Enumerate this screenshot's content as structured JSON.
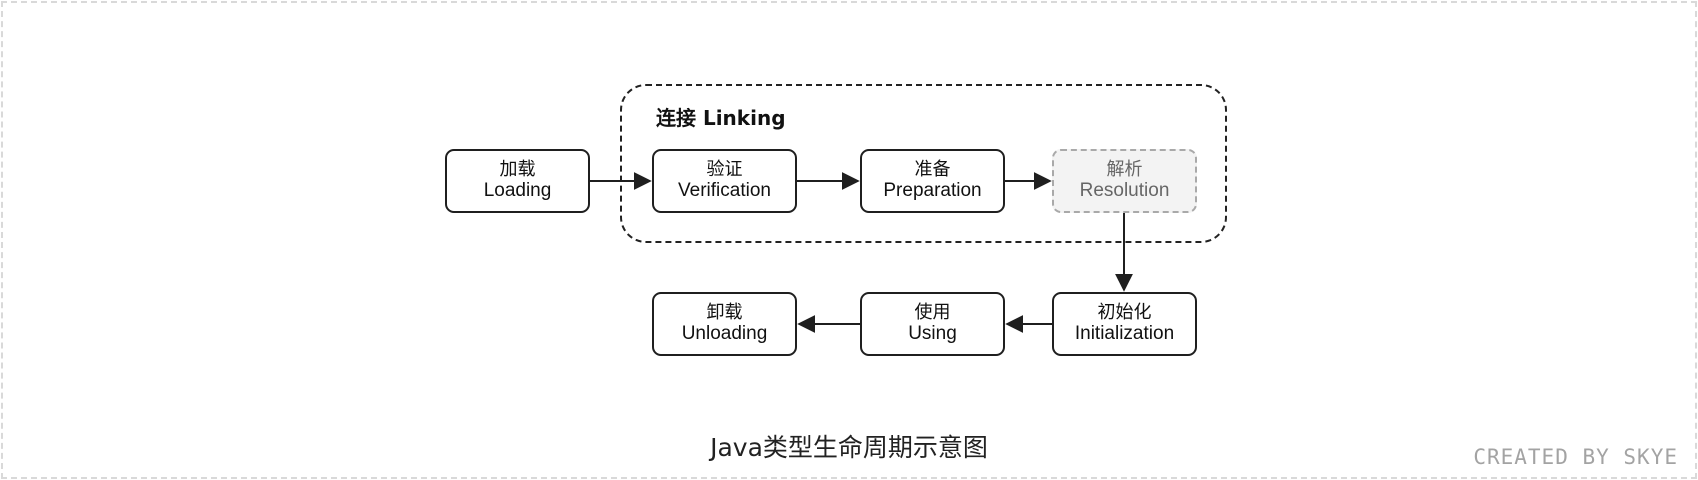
{
  "group": {
    "title": "连接 Linking"
  },
  "nodes": {
    "loading": {
      "cn": "加载",
      "en": "Loading"
    },
    "verification": {
      "cn": "验证",
      "en": "Verification"
    },
    "preparation": {
      "cn": "准备",
      "en": "Preparation"
    },
    "resolution": {
      "cn": "解析",
      "en": "Resolution",
      "style": "dashed-gray"
    },
    "initialization": {
      "cn": "初始化",
      "en": "Initialization"
    },
    "using": {
      "cn": "使用",
      "en": "Using"
    },
    "unloading": {
      "cn": "卸载",
      "en": "Unloading"
    }
  },
  "edges": [
    [
      "loading",
      "verification"
    ],
    [
      "verification",
      "preparation"
    ],
    [
      "preparation",
      "resolution"
    ],
    [
      "resolution",
      "initialization"
    ],
    [
      "initialization",
      "using"
    ],
    [
      "using",
      "unloading"
    ]
  ],
  "caption": "Java类型生命周期示意图",
  "watermark": "CREATED BY SKYE"
}
